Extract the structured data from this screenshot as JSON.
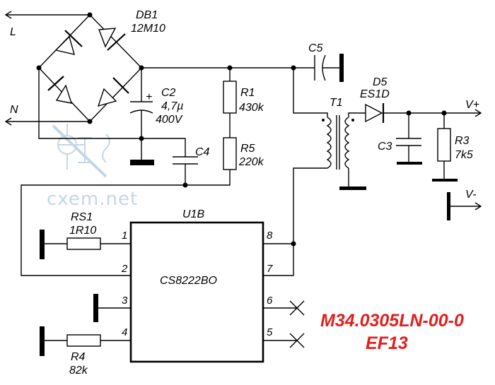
{
  "watermark": "cxem.net",
  "labels": {
    "L": "L",
    "N": "N",
    "vplus": "V+",
    "vminus": "V-",
    "plus_mark": "+"
  },
  "components": {
    "db1": {
      "ref": "DB1",
      "value": "12M10"
    },
    "c2": {
      "ref": "C2",
      "value": "4,7µ",
      "voltage": "400V"
    },
    "c4": {
      "ref": "C4"
    },
    "c5": {
      "ref": "C5"
    },
    "r1": {
      "ref": "R1",
      "value": "430k"
    },
    "r5": {
      "ref": "R5",
      "value": "220k"
    },
    "t1": {
      "ref": "T1"
    },
    "d5": {
      "ref": "D5",
      "value": "ES1D"
    },
    "c3": {
      "ref": "C3"
    },
    "r3": {
      "ref": "R3",
      "value": "7k5"
    },
    "rs1": {
      "ref": "RS1",
      "value": "1R10"
    },
    "r4": {
      "ref": "R4",
      "value": "82k"
    },
    "u1b": {
      "ref": "U1B",
      "part": "CS8222BO"
    }
  },
  "pins": [
    "1",
    "2",
    "3",
    "4",
    "5",
    "6",
    "7",
    "8"
  ],
  "model": {
    "line1": "M34.0305LN-00-0",
    "line2": "EF13"
  }
}
